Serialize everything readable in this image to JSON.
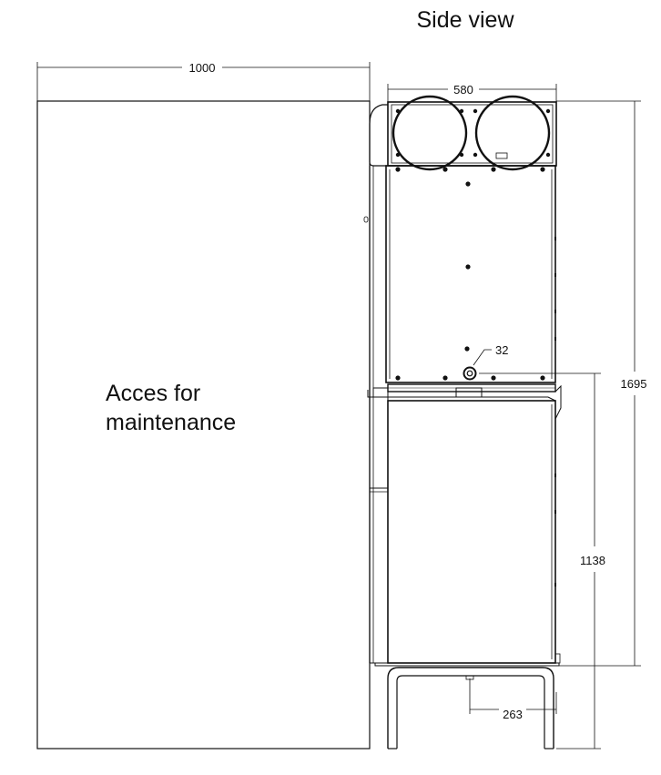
{
  "diagram": {
    "title": "Side view",
    "maintenance_label_line1": "Acces for",
    "maintenance_label_line2": "maintenance",
    "dimensions": {
      "clearance_width": "1000",
      "unit_depth": "580",
      "total_height": "1695",
      "connection_height": "1138",
      "leg_offset": "263",
      "connection_size": "32"
    },
    "colors": {
      "line": "#111111",
      "background": "#ffffff"
    }
  }
}
